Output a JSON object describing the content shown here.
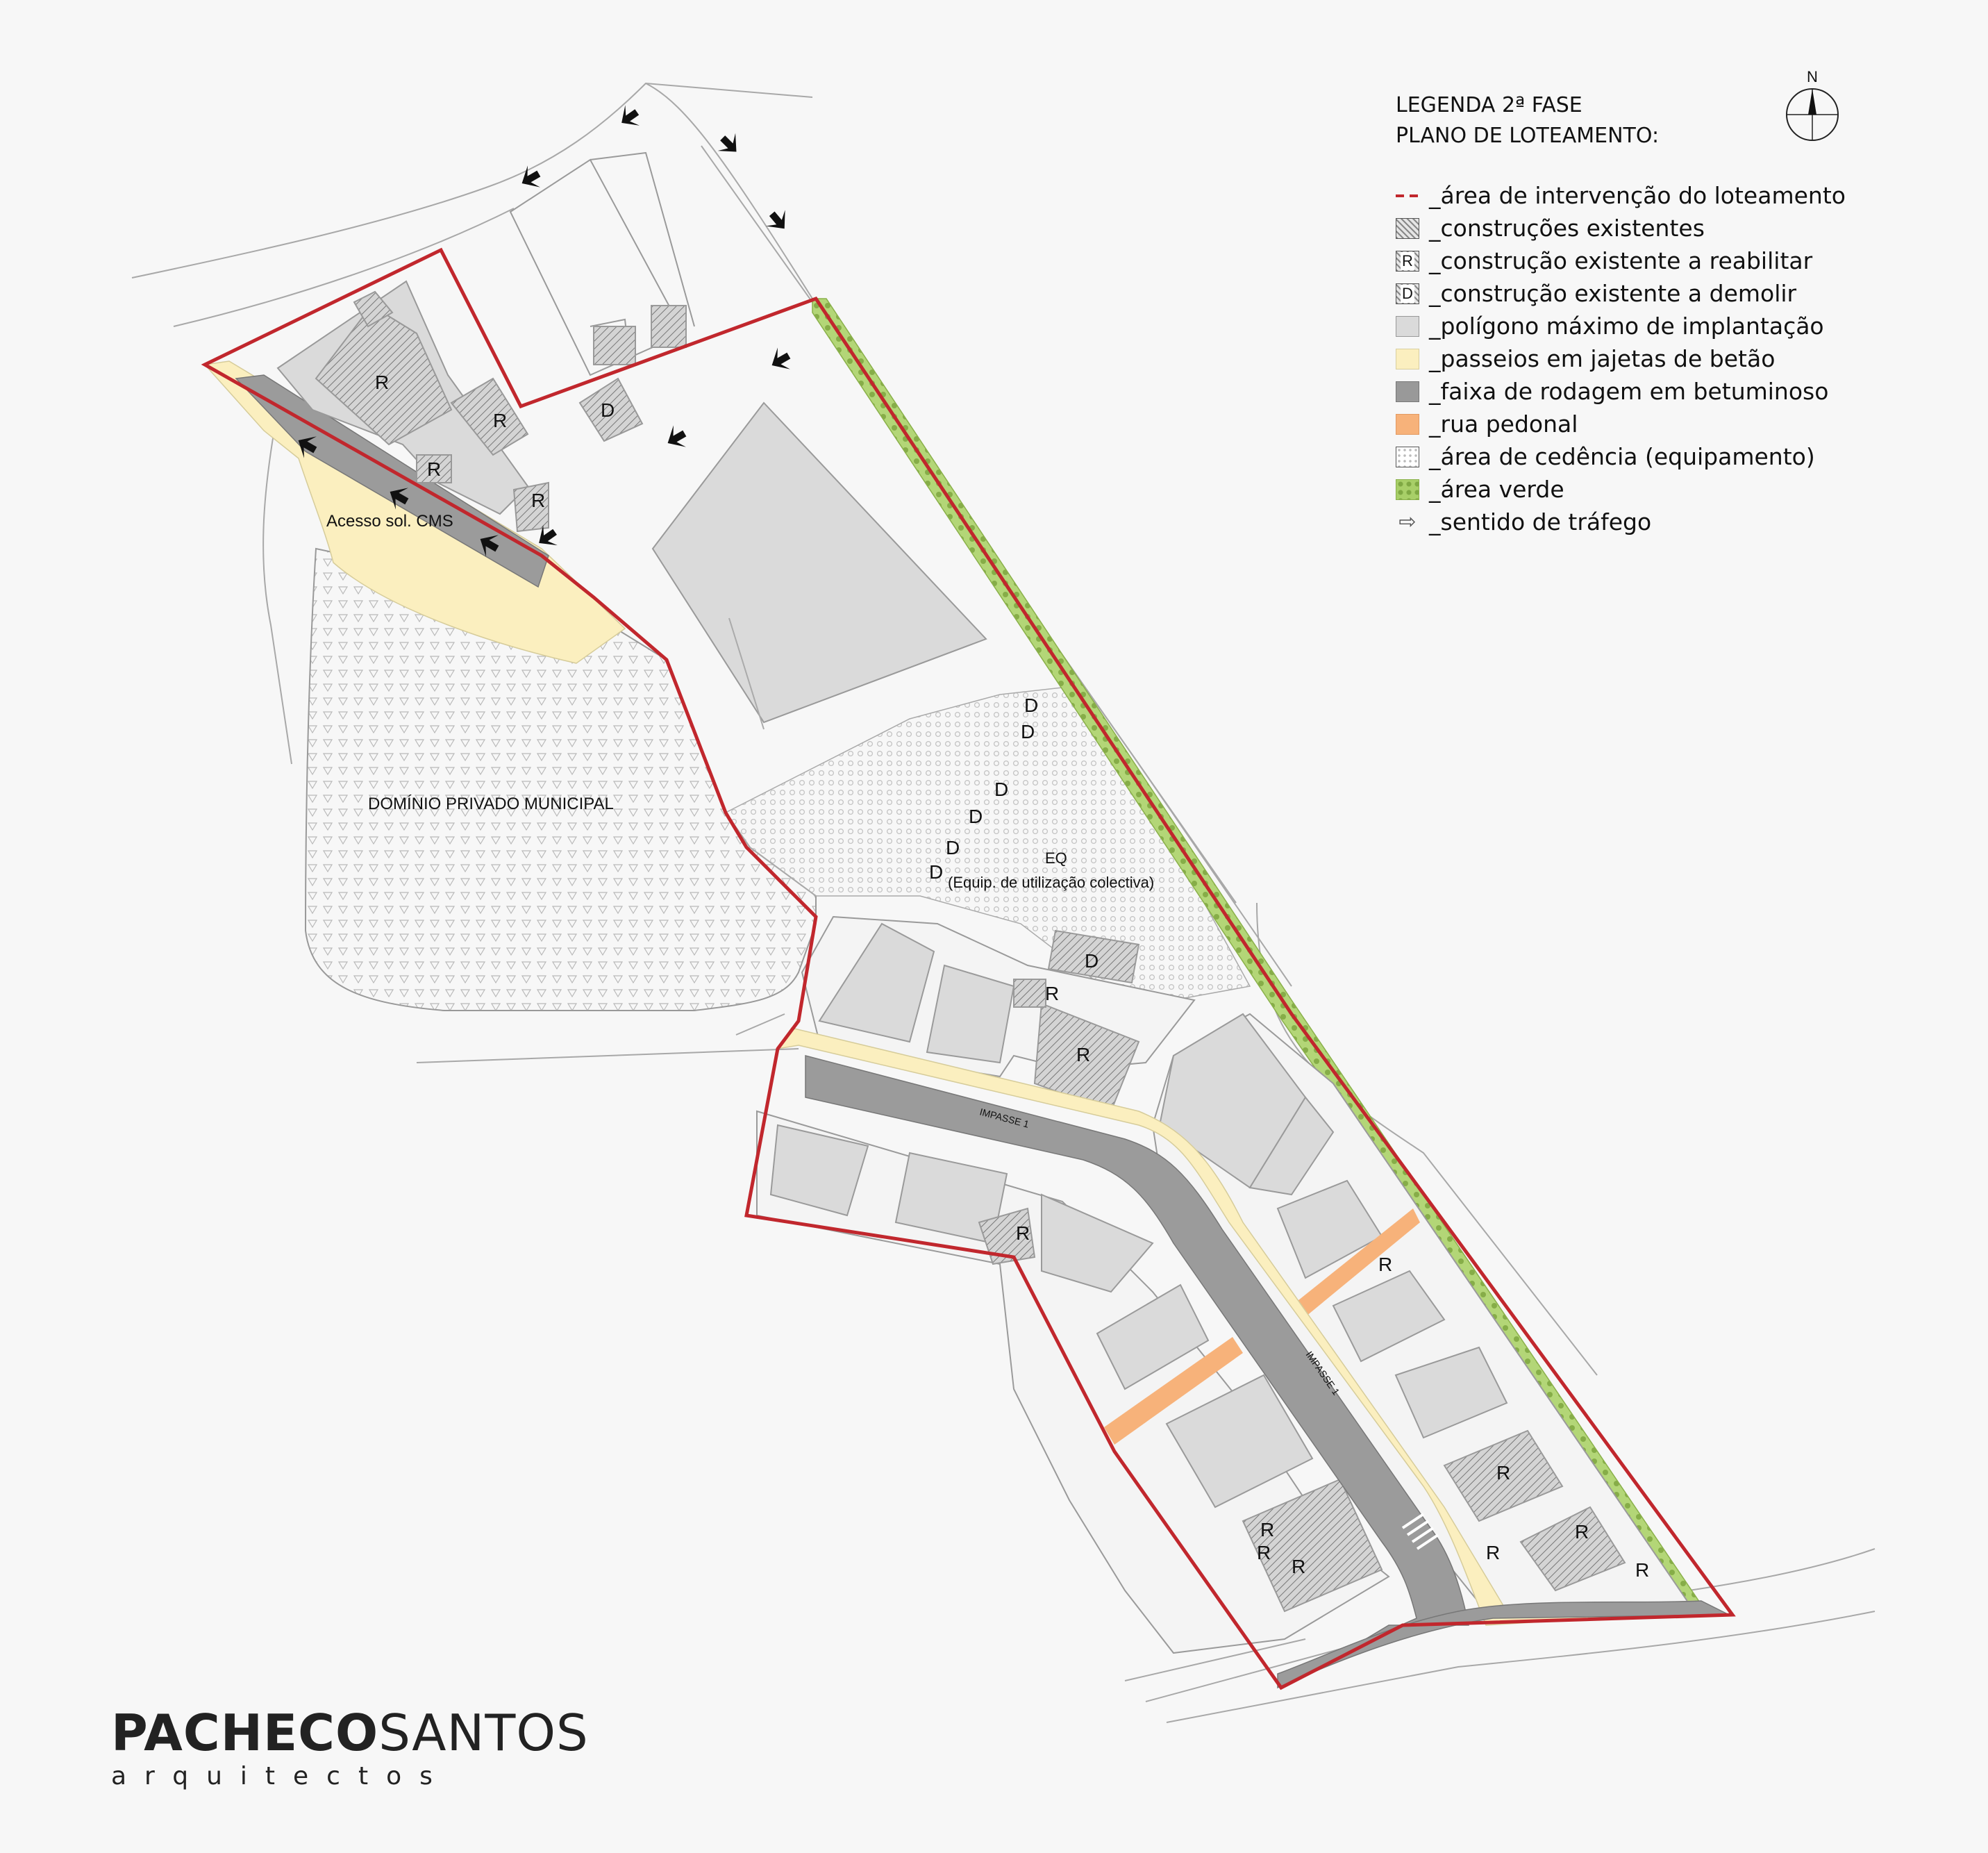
{
  "legend": {
    "title_line1": "LEGENDA 2ª FASE",
    "title_line2": "PLANO DE LOTEAMENTO:",
    "items": [
      {
        "swatch": "dashed-red-line",
        "symbol": "",
        "label": "_área de intervenção do loteamento"
      },
      {
        "swatch": "hatched",
        "symbol": "",
        "label": "_construções existentes"
      },
      {
        "swatch": "hatched",
        "symbol": "R",
        "label": "_construção existente a reabilitar"
      },
      {
        "swatch": "hatched",
        "symbol": "D",
        "label": "_construção existente a demolir"
      },
      {
        "swatch": "light-grey",
        "symbol": "",
        "label": "_polígono máximo de implantação"
      },
      {
        "swatch": "cream",
        "symbol": "",
        "label": "_passeios em jajetas de betão"
      },
      {
        "swatch": "dark-grey",
        "symbol": "",
        "label": "_faixa de rodagem em betuminoso"
      },
      {
        "swatch": "orange",
        "symbol": "",
        "label": "_rua pedonal"
      },
      {
        "swatch": "dotted",
        "symbol": "",
        "label": "_área de cedência (equipamento)"
      },
      {
        "swatch": "green",
        "symbol": "",
        "label": "_área  verde"
      },
      {
        "swatch": "arrow-icon",
        "symbol": "⇨",
        "label": "_sentido de tráfego"
      }
    ]
  },
  "north_arrow": {
    "label": "N"
  },
  "map_labels": {
    "acesso": "Acesso sol. CMS",
    "dominio": "DOMÍNIO PRIVADO MUNICIPAL",
    "eq": "EQ",
    "equip": "(Equip. de utilização colectiva)",
    "impasse_a": "IMPASSE 1",
    "impasse_b": "IMPASSE 1"
  },
  "building_tags": {
    "R": "R",
    "D": "D"
  },
  "colors": {
    "boundary": "#c1272d",
    "road": "#999999",
    "sidewalk": "#fbefbf",
    "pedestrian_street": "#f7b27a",
    "green_area": "#a8cf68",
    "building_polygon": "#dadada",
    "line": "#8c8c8c"
  },
  "logo": {
    "bold": "PACHECO",
    "light": "SANTOS",
    "sub": "arquitectos"
  }
}
